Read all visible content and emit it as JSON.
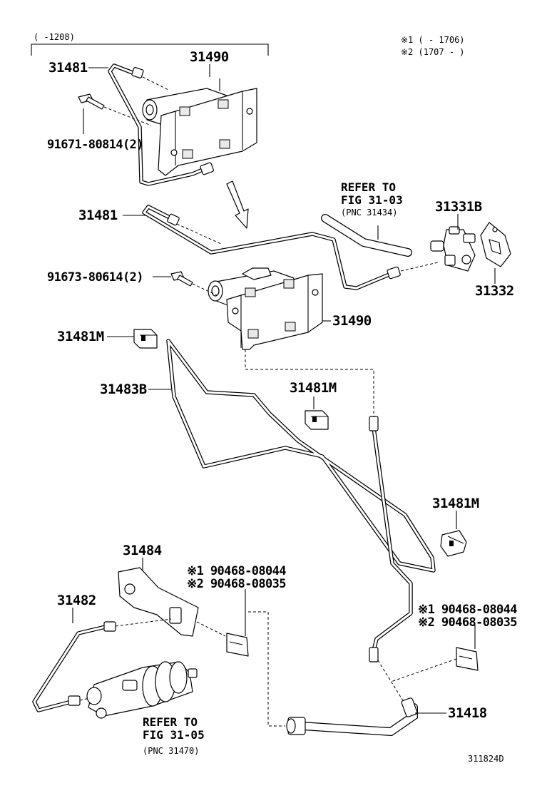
{
  "header": {
    "range_note": "(    -1208)",
    "variant_note_1": "※1 (      - 1706)",
    "variant_note_2": "※2 (1707 -      )"
  },
  "labels": {
    "p31481_top": "31481",
    "p31490_top": "31490",
    "bolt_top": "91671-80814(2)",
    "p31481_mid": "31481",
    "bolt_mid": "91673-80614(2)",
    "p31490_mid": "31490",
    "refer_top_line1": "REFER TO",
    "refer_top_line2": "FIG 31-03",
    "refer_top_pnc": "(PNC 31434)",
    "p31331B": "31331B",
    "p31332": "31332",
    "p31481M_a": "31481M",
    "p31483B": "31483B",
    "p31481M_b": "31481M",
    "p31481M_c": "31481M",
    "p31484": "31484",
    "clip_a_1": "※1 90468-08044",
    "clip_a_2": "※2 90468-08035",
    "p31482": "31482",
    "clip_b_1": "※1 90468-08044",
    "clip_b_2": "※2 90468-08035",
    "p31418": "31418",
    "refer_bot_line1": "REFER TO",
    "refer_bot_line2": "FIG 31-05",
    "refer_bot_pnc": "(PNC 31470)",
    "figure_code": "311824D"
  }
}
